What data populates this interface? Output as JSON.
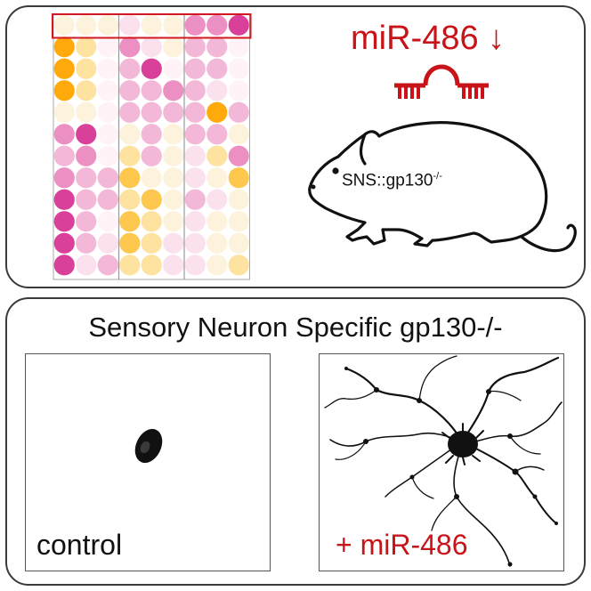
{
  "top_panel": {
    "mir_label": "miR-486 ↓",
    "genotype_label_main": "SNS::gp130",
    "genotype_label_sup": "-/-",
    "heatmap": {
      "group_count": 3,
      "columns_per_group": 3,
      "rows": 12,
      "highlighted_row": 0,
      "palette": [
        "#d8409a",
        "#ec8fc3",
        "#f3b8d8",
        "#fbe0ee",
        "#fff3f8",
        "#fdf3dc",
        "#fde2a0",
        "#fdc84d",
        "#ffaa0a"
      ],
      "highlight_color": "#d3191f",
      "cells": [
        [
          5,
          5,
          5,
          3,
          5,
          5,
          1,
          1,
          0
        ],
        [
          8,
          6,
          4,
          1,
          3,
          5,
          2,
          2,
          4
        ],
        [
          8,
          6,
          4,
          2,
          0,
          4,
          2,
          2,
          4
        ],
        [
          8,
          6,
          4,
          2,
          2,
          1,
          2,
          3,
          4
        ],
        [
          5,
          5,
          4,
          2,
          2,
          2,
          2,
          8,
          2
        ],
        [
          1,
          0,
          4,
          5,
          2,
          5,
          2,
          2,
          5
        ],
        [
          2,
          1,
          4,
          6,
          2,
          5,
          3,
          6,
          1
        ],
        [
          1,
          2,
          2,
          7,
          5,
          5,
          3,
          5,
          7
        ],
        [
          0,
          2,
          2,
          6,
          7,
          5,
          2,
          3,
          5
        ],
        [
          0,
          2,
          4,
          7,
          6,
          5,
          3,
          5,
          5
        ],
        [
          0,
          2,
          3,
          7,
          6,
          3,
          3,
          5,
          5
        ],
        [
          0,
          3,
          2,
          6,
          6,
          3,
          3,
          5,
          6
        ]
      ]
    }
  },
  "bottom_panel": {
    "title": "Sensory Neuron Specific gp130-/-",
    "control_label": "control",
    "treated_label": "+ miR-486"
  },
  "colors": {
    "accent_red": "#c81418",
    "frame": "#3a3a3a",
    "cell_black": "#111111"
  }
}
